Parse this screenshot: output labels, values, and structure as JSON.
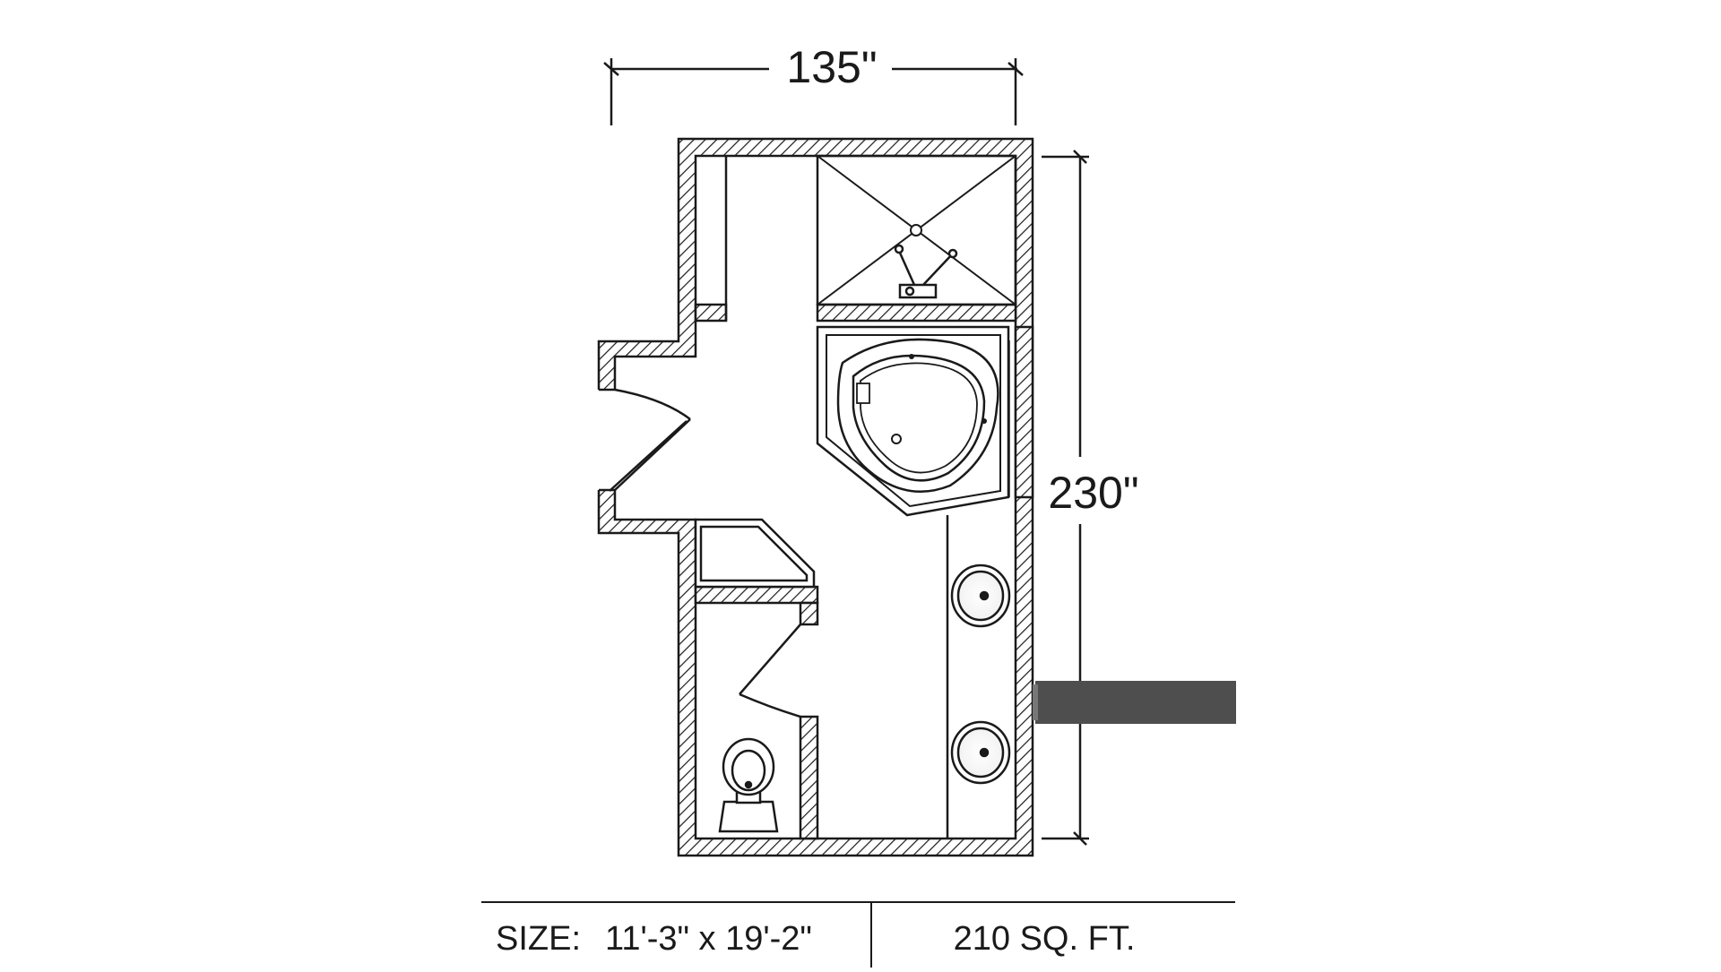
{
  "plan": {
    "width_label": "135\"",
    "height_label": "230\""
  },
  "info": {
    "size_label": "SIZE:",
    "size_value": "11'-3\" x 19'-2\"",
    "area": "210 SQ. FT."
  },
  "colors": {
    "line": "#1a1a1a",
    "wall_fill": "#ffffff",
    "hatch": "#1a1a1a",
    "ribbon": "#505050"
  }
}
